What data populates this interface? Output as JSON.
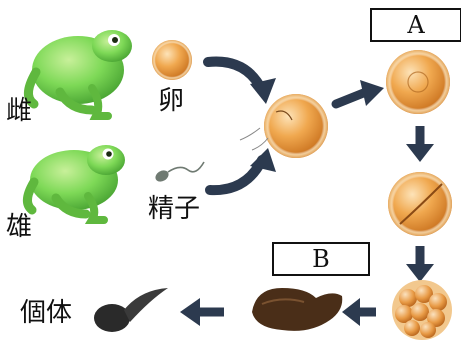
{
  "labels": {
    "female": "雌",
    "male": "雄",
    "egg": "卵",
    "sperm": "精子",
    "individual": "個体"
  },
  "boxes": {
    "a": "A",
    "b": "B"
  },
  "colors": {
    "frog_body": "#7ed957",
    "frog_dark": "#3f9a2c",
    "egg_orange": "#e08a2e",
    "egg_light": "#f7c98b",
    "arrow": "#2c3a4f",
    "tadpole": "#2a2a2a",
    "embryo_brown": "#4a2e18"
  }
}
